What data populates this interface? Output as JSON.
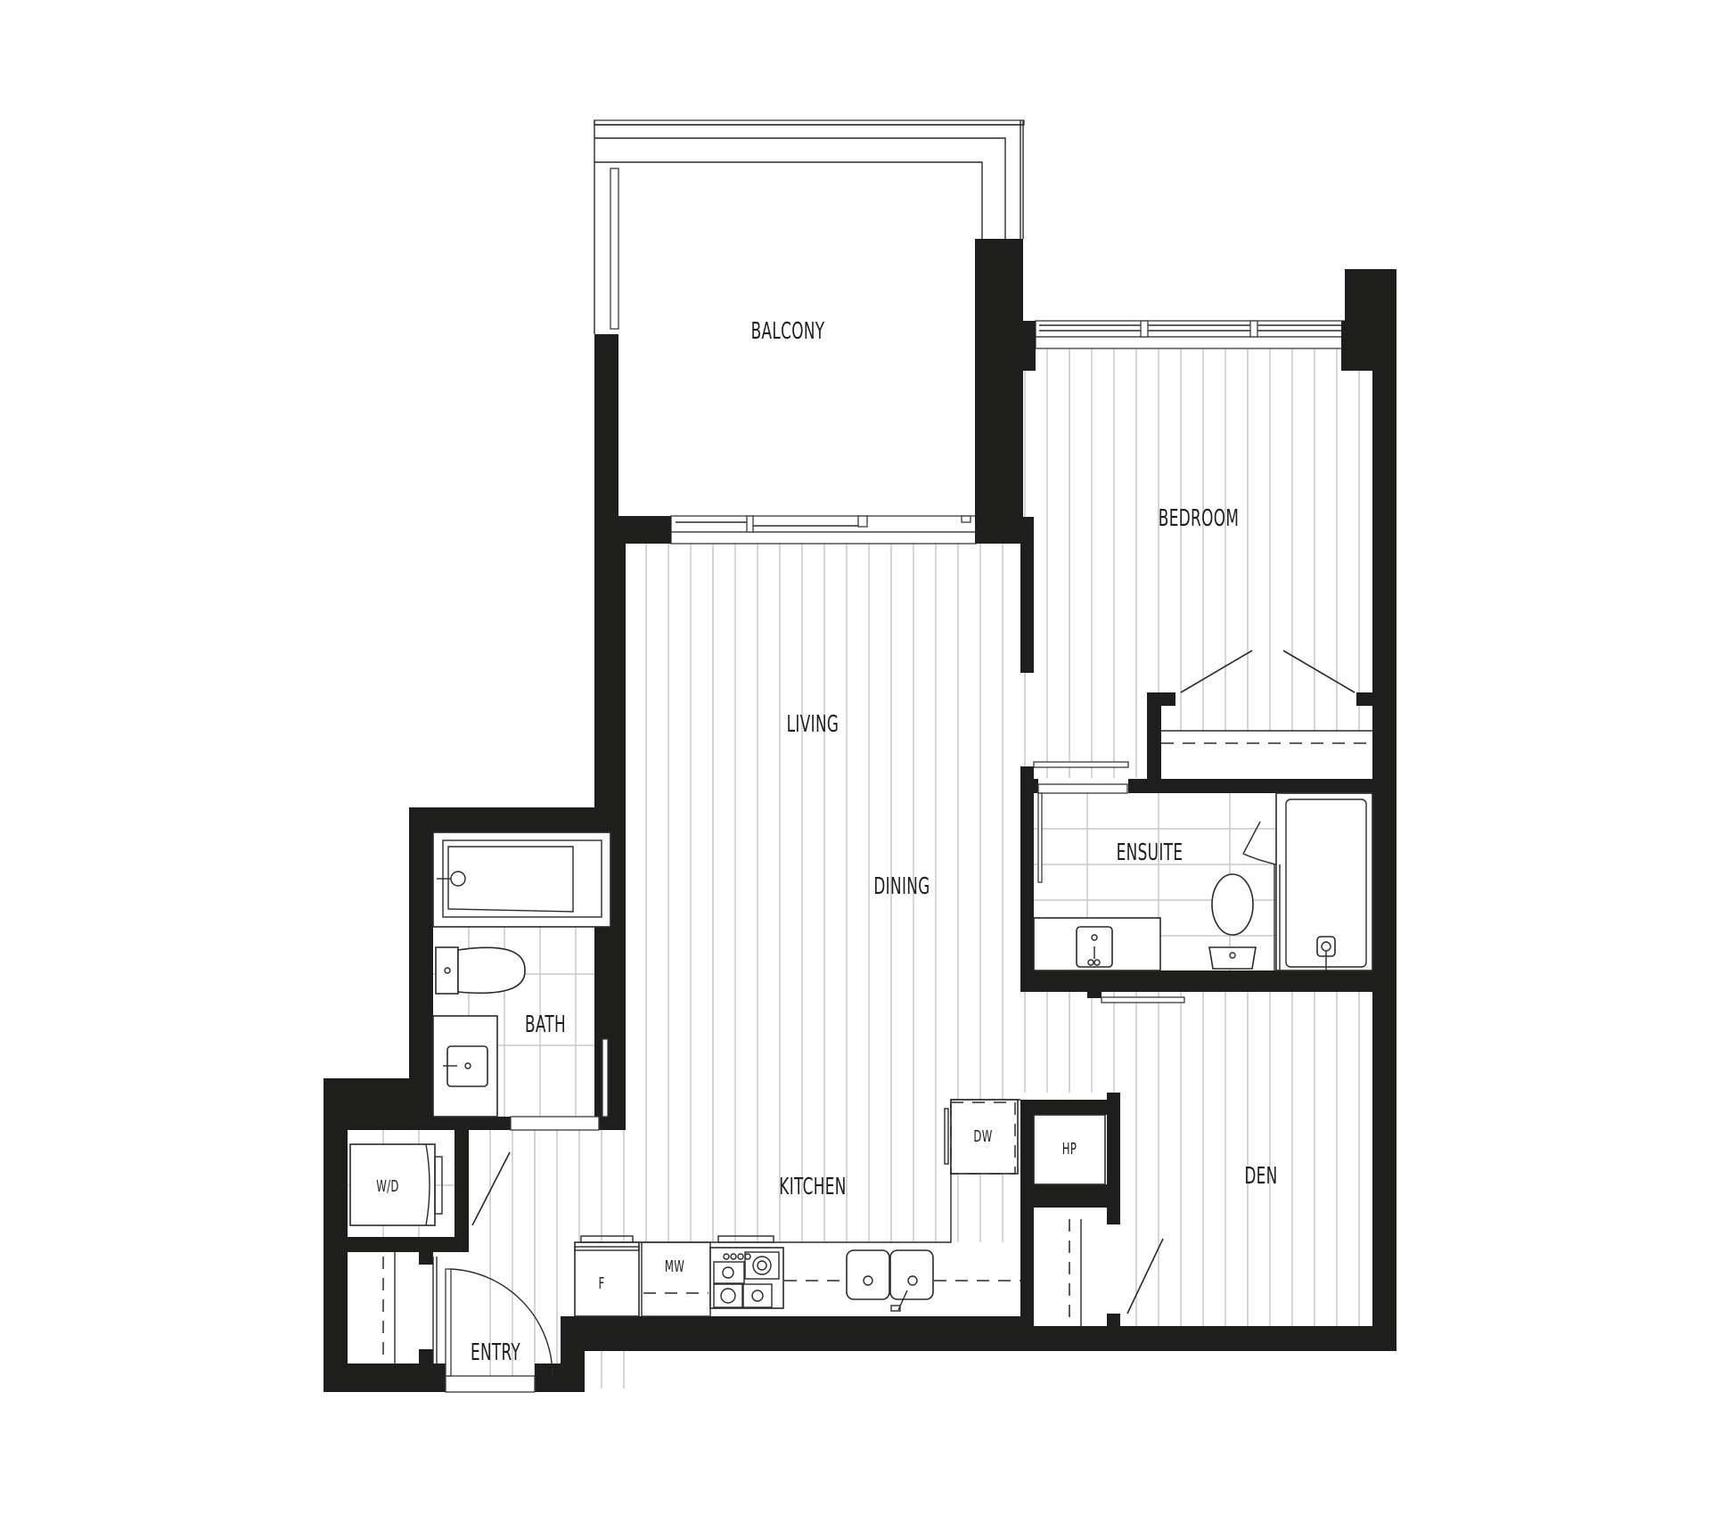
{
  "plan": {
    "type": "floor-plan",
    "rooms": {
      "balcony": "BALCONY",
      "bedroom": "BEDROOM",
      "living": "LIVING",
      "dining": "DINING",
      "ensuite": "ENSUITE",
      "bath": "BATH",
      "kitchen": "KITCHEN",
      "den": "DEN",
      "entry": "ENTRY"
    },
    "appliances": {
      "washer_dryer": "W/D",
      "fridge": "F",
      "microwave": "MW",
      "dishwasher": "DW",
      "heat_pump": "HP"
    },
    "colors": {
      "wall": "#1e1e1c",
      "floor_line": "#c8c8c8",
      "background": "#ffffff"
    }
  }
}
